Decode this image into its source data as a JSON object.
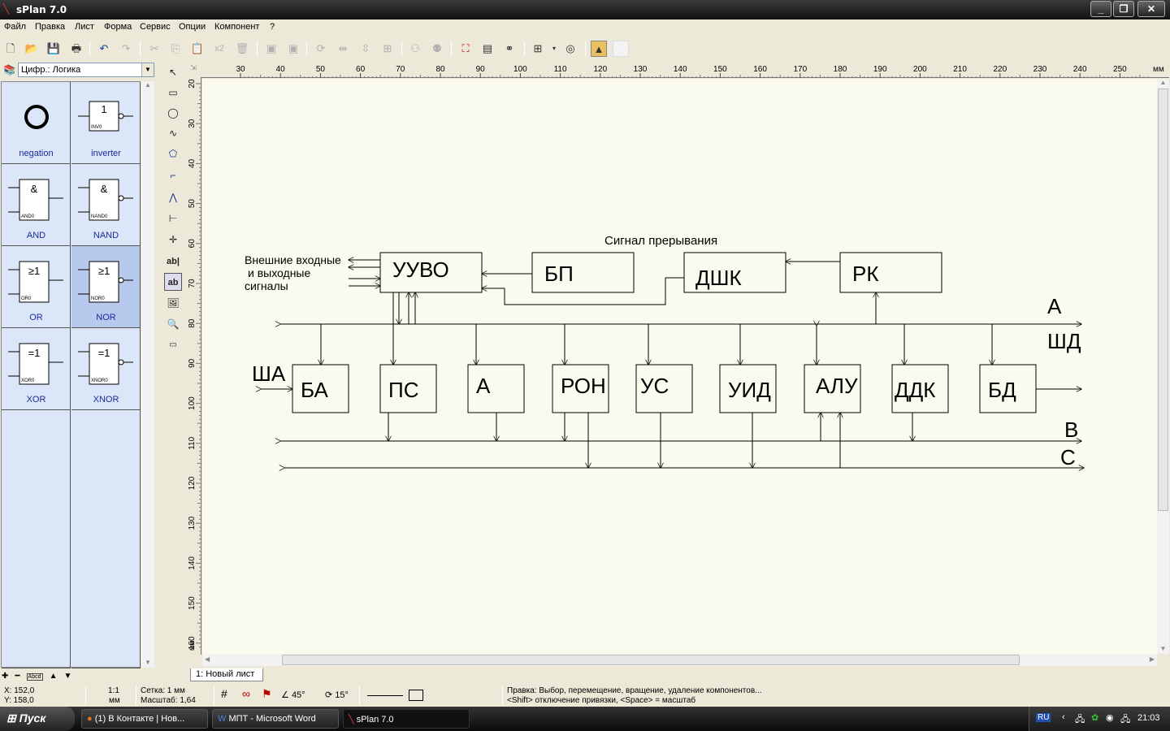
{
  "window": {
    "title": "sPlan 7.0",
    "app_icon": "splan-icon"
  },
  "menu": [
    "Файл",
    "Правка",
    "Лист",
    "Форма",
    "Сервис",
    "Опции",
    "Компонент",
    "?"
  ],
  "toolbar": {
    "extra_label": "x2"
  },
  "library": {
    "selected": "Цифр.: Логика",
    "items": [
      {
        "label": "negation",
        "symbol": "O",
        "tag": ""
      },
      {
        "label": "inverter",
        "symbol": "1",
        "tag": "INV0"
      },
      {
        "label": "AND",
        "symbol": "&",
        "tag": "AND0"
      },
      {
        "label": "NAND",
        "symbol": "&",
        "tag": "NAND0"
      },
      {
        "label": "OR",
        "symbol": "≥1",
        "tag": "OR0"
      },
      {
        "label": "NOR",
        "symbol": "≥1",
        "tag": "NOR0"
      },
      {
        "label": "XOR",
        "symbol": "=1",
        "tag": "XOR0"
      },
      {
        "label": "XNOR",
        "symbol": "=1",
        "tag": "XNOR0"
      }
    ],
    "selected_item": "NOR"
  },
  "ruler": {
    "h_ticks": [
      "30",
      "40",
      "50",
      "60",
      "70",
      "80",
      "90",
      "100",
      "110",
      "120",
      "130",
      "140",
      "150",
      "160",
      "170",
      "180",
      "190",
      "200",
      "210",
      "220",
      "230",
      "240",
      "250"
    ],
    "h_unit": "мм",
    "v_ticks": [
      "20",
      "30",
      "40",
      "50",
      "60",
      "70",
      "80",
      "90",
      "100",
      "110",
      "120",
      "130",
      "140",
      "150",
      "160"
    ],
    "v_unit": "мм"
  },
  "diagram": {
    "signal_label": "Сигнал прерывания",
    "io_label_1": "Внешние входные",
    "io_label_2": "и выходные",
    "io_label_3": "сигналы",
    "top_blocks": [
      "УУВО",
      "БП",
      "ДШК",
      "РК"
    ],
    "bottom_blocks": [
      "БА",
      "ПС",
      "А",
      "РОН",
      "УС",
      "УИД",
      "АЛУ",
      "ДДК",
      "БД"
    ],
    "bus_labels": {
      "a": "А",
      "shd": "ШД",
      "sha": "ША",
      "b": "В",
      "c": "С"
    }
  },
  "sheet_tab": "1: Новый лист",
  "status": {
    "x": "X: 152,0",
    "y": "Y: 158,0",
    "scale_ratio": "1:1",
    "scale_unit": "мм",
    "grid": "Сетка: 1 мм",
    "zoom": "Масштаб:  1,64",
    "angle1": "45°",
    "angle2": "15°",
    "hint1": "Правка: Выбор, перемещение, вращение, удаление компонентов...",
    "hint2": "<Shift> отключение привязки, <Space> = масштаб"
  },
  "taskbar": {
    "start": "Пуск",
    "tasks": [
      "(1) В Контакте | Нов...",
      "МПТ - Microsoft Word",
      "sPlan 7.0"
    ],
    "lang": "RU",
    "time": "21:03"
  }
}
